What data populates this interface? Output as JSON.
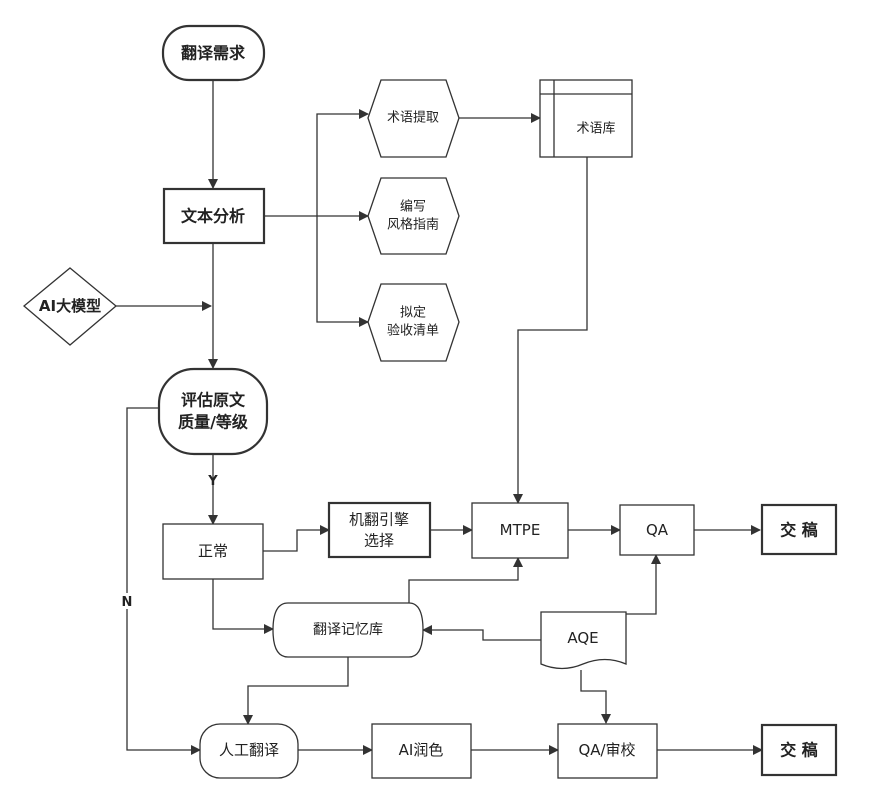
{
  "nodes": {
    "requirement": [
      "翻译需求"
    ],
    "text_analysis": [
      "文本分析"
    ],
    "ai_model": [
      "AI大模型"
    ],
    "evaluate": [
      "评估原文",
      "质量/等级"
    ],
    "term_extract": [
      "术语提取"
    ],
    "term_base": [
      "术语库"
    ],
    "style_guide": [
      "编写",
      "风格指南"
    ],
    "checklist": [
      "拟定",
      "验收清单"
    ],
    "normal": [
      "正常"
    ],
    "mt_engine": [
      "机翻引擎",
      "选择"
    ],
    "mtpe": [
      "MTPE"
    ],
    "qa_top": [
      "QA"
    ],
    "deliver_top": [
      "交 稿"
    ],
    "tm": [
      "翻译记忆库"
    ],
    "aqe": [
      "AQE"
    ],
    "human_translation": [
      "人工翻译"
    ],
    "ai_polish": [
      "AI润色"
    ],
    "qa_review": [
      "QA/审校"
    ],
    "deliver_bottom": [
      "交 稿"
    ]
  },
  "edge_labels": {
    "yes": "Y",
    "no": "N"
  }
}
